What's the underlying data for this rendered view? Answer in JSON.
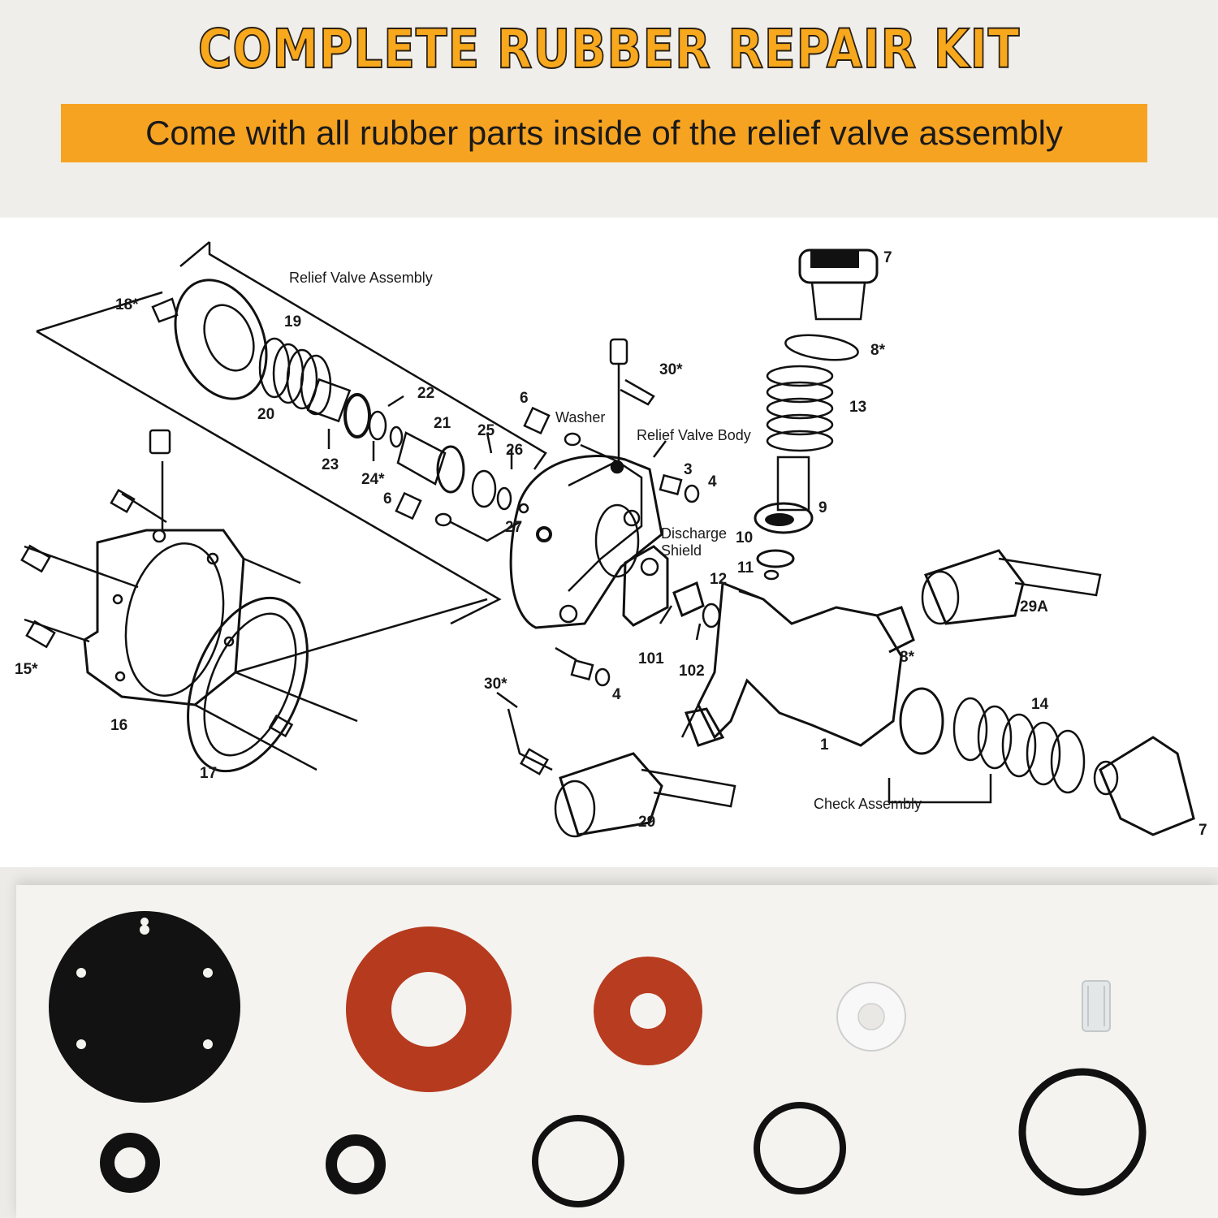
{
  "header": {
    "title": "COMPLETE RUBBER REPAIR KIT",
    "subtitle": "Come with all rubber parts inside of the relief valve assembly",
    "title_color": "#f7a81d",
    "bar_color": "#f7a322"
  },
  "diagram": {
    "group_labels": {
      "relief_valve_assembly": "Relief Valve Assembly",
      "washer": "Washer",
      "relief_valve_body": "Relief Valve Body",
      "discharge_shield_line1": "Discharge",
      "discharge_shield_line2": "Shield",
      "check_assembly": "Check Assembly"
    },
    "part_labels": {
      "p18": "18*",
      "p19": "19",
      "p20": "20",
      "p22": "22",
      "p21": "21",
      "p23": "23",
      "p24": "24*",
      "p25": "25",
      "p26": "26",
      "p27": "27",
      "p6a": "6",
      "p6b": "6",
      "p30a": "30*",
      "p30b": "30*",
      "p3": "3",
      "p4a": "4",
      "p4b": "4",
      "p7a": "7",
      "p7b": "7",
      "p8a": "8*",
      "p8b": "8*",
      "p13": "13",
      "p9": "9",
      "p10": "10",
      "p11": "11",
      "p12": "12",
      "p101": "101",
      "p102": "102",
      "p29a": "29A",
      "p29": "29",
      "p14": "14",
      "p1": "1",
      "p15": "15*",
      "p16": "16",
      "p17": "17"
    }
  },
  "parts_photo": {
    "items": [
      {
        "name": "diaphragm",
        "color": "#111111"
      },
      {
        "name": "large-red-washer",
        "color": "#b63a1e"
      },
      {
        "name": "small-red-washer",
        "color": "#b63a1e"
      },
      {
        "name": "white-washer",
        "color": "#f2f2f2"
      },
      {
        "name": "clear-sleeve",
        "color": "#dfe3e4"
      },
      {
        "name": "o-ring-1",
        "color": "#111111"
      },
      {
        "name": "o-ring-2",
        "color": "#111111"
      },
      {
        "name": "o-ring-3",
        "color": "#111111"
      },
      {
        "name": "o-ring-4",
        "color": "#111111"
      },
      {
        "name": "o-ring-5",
        "color": "#111111"
      }
    ]
  }
}
